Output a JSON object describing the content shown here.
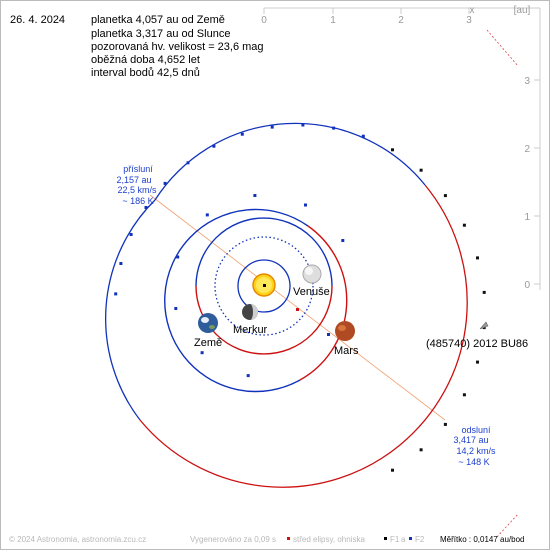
{
  "header": {
    "date": "26. 4. 2024",
    "lines": [
      "planetka 4,057 au od Země",
      "planetka 3,317 au od Slunce",
      "pozorovaná hv. velikost = 23,6 mag",
      "oběžná doba 4,652 let",
      "interval bodů 42,5 dnů"
    ]
  },
  "axes": {
    "x_ticks": [
      "0",
      "1",
      "2",
      "3"
    ],
    "y_ticks": [
      "3",
      "2",
      "1",
      "0"
    ],
    "x_label": "x",
    "unit_label": "[au]"
  },
  "bodies": {
    "venus": "Venuše",
    "mercury": "Merkur",
    "earth": "Země",
    "mars": "Mars",
    "asteroid": "(485740) 2012 BU86"
  },
  "perihelion": {
    "title": "přísluní",
    "distance": "2,157 au",
    "speed": "22,5 km/s",
    "temp": "~ 186 K"
  },
  "aphelion": {
    "title": "odsluní",
    "distance": "3,417 au",
    "speed": "14,2 km/s",
    "temp": "~ 148 K"
  },
  "footer": {
    "copyright": "© 2024 Astronomia, astronomia.zcu.cz",
    "generated": "Vygenerováno za 0,09 s",
    "legend_center": "střed elipsy, ohniska",
    "f1": "F1",
    "a": "a",
    "f2": "F2",
    "scale": "Měřítko : 0,0147 au/bod"
  },
  "colors": {
    "orbit_above": "#cc1111",
    "orbit_below": "#1133bb",
    "label_blue": "#1c3fcf",
    "apsis_line": "#f0a070"
  }
}
